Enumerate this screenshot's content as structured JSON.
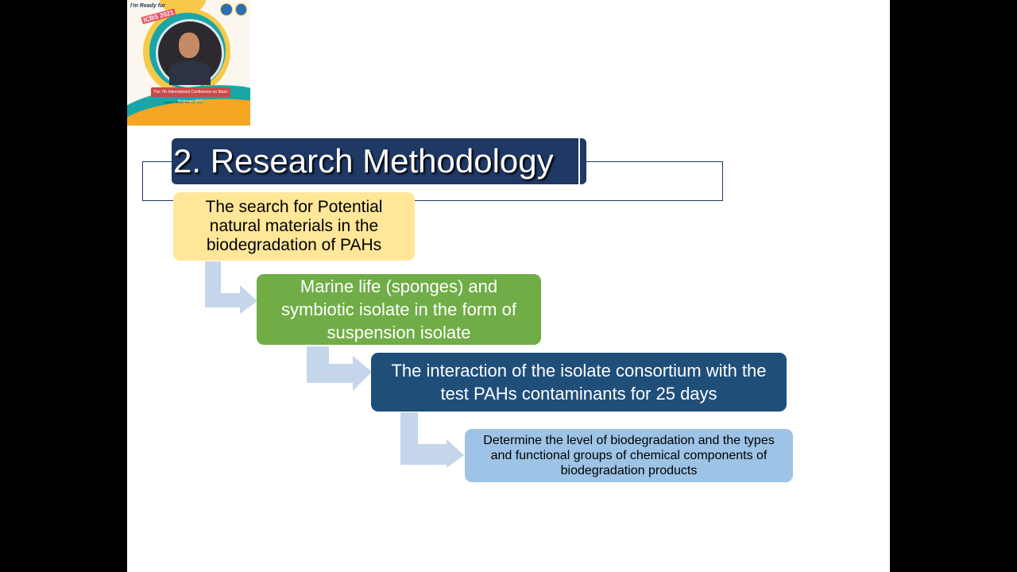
{
  "badge": {
    "tagline": "I'm Ready for",
    "event": "ICBS 2021",
    "banner": "The 7th International Conference on Basic Sciences 2021",
    "date": "Ambon, November 18, 2021"
  },
  "title": "2. Research Methodology",
  "steps": [
    {
      "text": "The search for Potential natural materials in the biodegradation of PAHs",
      "color": "#ffe699"
    },
    {
      "text": "Marine life (sponges) and symbiotic isolate in the form of suspension isolate",
      "color": "#70ad47"
    },
    {
      "text": "The interaction of the isolate consortium with the test PAHs contaminants for 25 days",
      "color": "#1f4e79"
    },
    {
      "text": "Determine the level of biodegradation and the types and functional groups of chemical components of biodegradation products",
      "color": "#9dc3e6"
    }
  ],
  "colors": {
    "title_bg": "#1f3864",
    "arrow": "#c5d6ea"
  }
}
